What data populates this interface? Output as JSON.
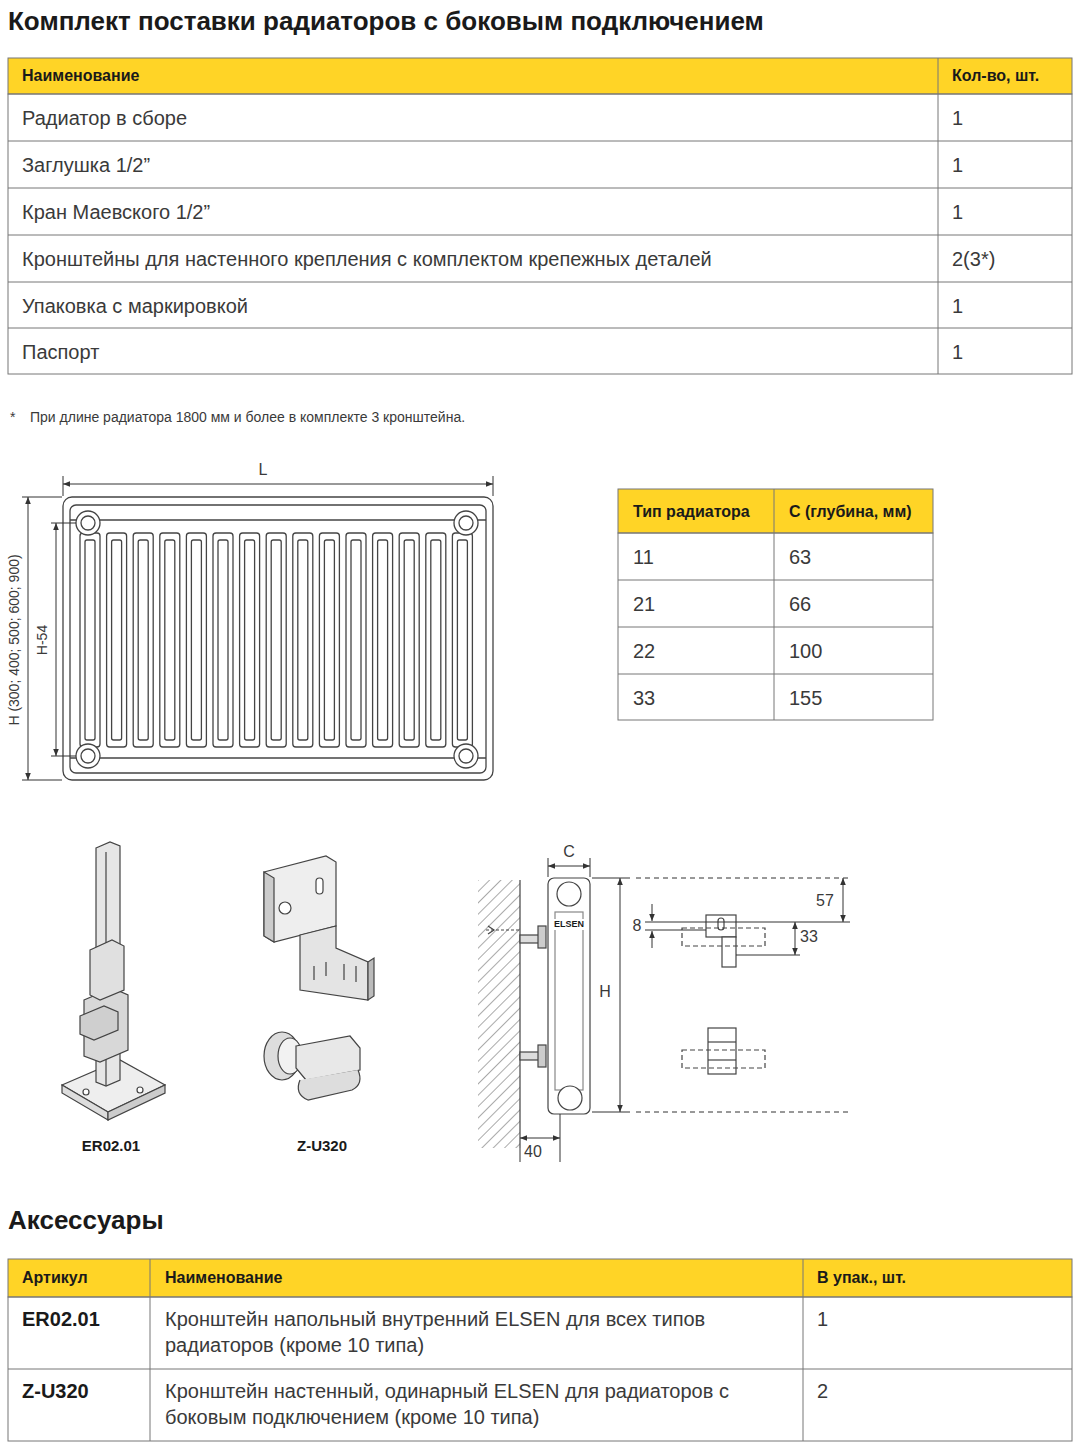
{
  "diagram": {
    "title": "Комплект поставки радиаторов с боковым подключением",
    "labels": [
      "Наименование",
      "Кол-во, шт.",
      "Радиатор в сборе",
      "1",
      "Заглушка 1/2”",
      "1",
      "Кран Маевского 1/2”",
      "1",
      "Кронштейны для настенного крепления с комплектом крепежных деталей",
      "2(3*)",
      "Упаковка с маркировкой",
      "1",
      "Паспорт",
      "1",
      "*",
      "При длине радиатора 1800 мм и более в комплекте 3 кронштейна.",
      "L",
      "H (300; 400; 500; 600; 900)",
      "H-54",
      "Тип радиатора",
      "С (глубина, мм)",
      "11",
      "63",
      "21",
      "66",
      "22",
      "100",
      "33",
      "155",
      "ER02.01",
      "Z-U320",
      "C",
      "ELSEN",
      "8",
      "57",
      "33",
      "H",
      "40",
      "Аксессуары",
      "Артикул",
      "Наименование",
      "В упак., шт.",
      "ER02.01",
      "Кронштейн напольный внутренний ELSEN для всех типов радиаторов (кроме 10 типа)",
      "1",
      "Z-U320",
      "Кронштейн настенный, одинарный ELSEN для радиаторов с боковым подключением (кроме 10 типа)",
      "2",
      "Аксессуары"
    ]
  }
}
